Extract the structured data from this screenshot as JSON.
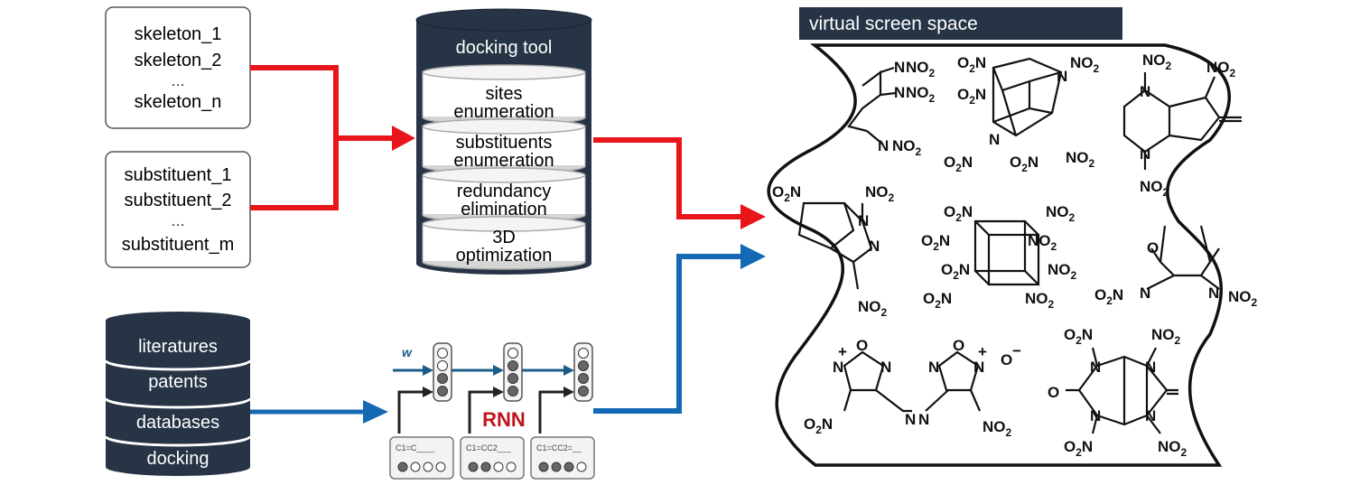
{
  "skeleton_box": {
    "lines": [
      "skeleton_1",
      "skeleton_2",
      "…",
      "skeleton_n"
    ]
  },
  "substituent_box": {
    "lines": [
      "substituent_1",
      "substituent_2",
      "…",
      "substituent_m"
    ]
  },
  "docking_tool": {
    "title": "docking tool",
    "steps": [
      [
        "sites",
        "enumeration"
      ],
      [
        "substituents",
        "enumeration"
      ],
      [
        "redundancy",
        "elimination"
      ],
      [
        "3D",
        "optimization"
      ]
    ]
  },
  "sources": {
    "items": [
      "literatures",
      "patents",
      "databases",
      "docking"
    ]
  },
  "rnn": {
    "label": "RNN",
    "weight_label": "w",
    "cells": [
      "C1=C____",
      "C1=CC2___",
      "C1=CC2=__"
    ]
  },
  "virtual_space": {
    "title": "virtual screen space",
    "molecule_labels": {
      "no2": "NO",
      "o2n": "O",
      "sub2": "2",
      "n": "N",
      "o": "O",
      "plus": "+",
      "minus": "−"
    }
  },
  "colors": {
    "red_arrow": "#e8151b",
    "blue_arrow": "#1468b4",
    "navy": "#263445",
    "grey_cyl": "#d9d9d9"
  }
}
